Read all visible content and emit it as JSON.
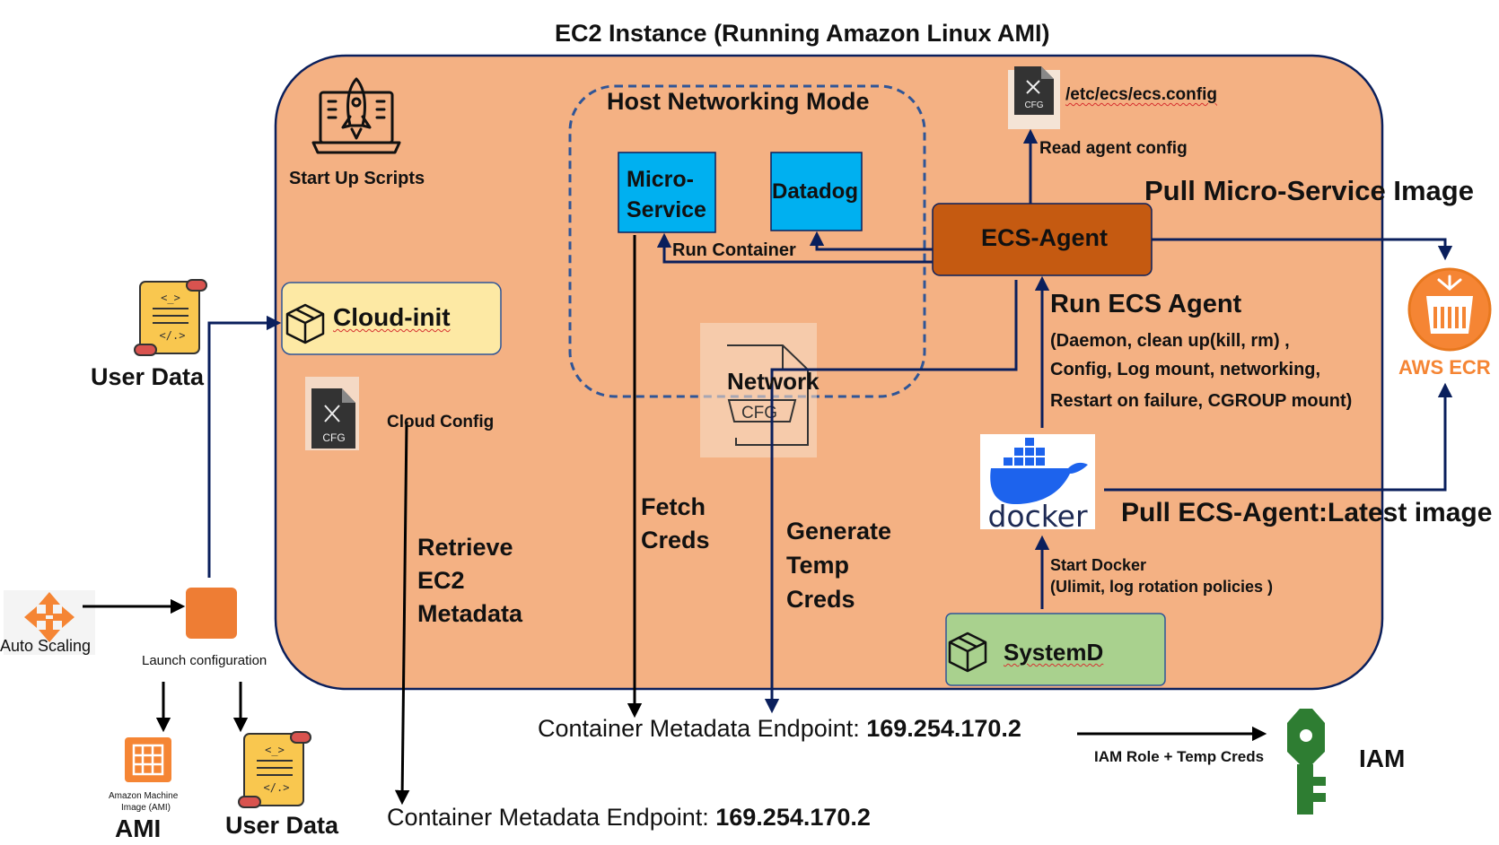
{
  "diagram": {
    "title": "EC2 Instance (Running Amazon Linux AMI)",
    "startup_scripts": "Start Up Scripts",
    "host_networking_mode": "Host Networking Mode",
    "micro_service_line1": "Micro-",
    "micro_service_line2": "Service",
    "datadog": "Datadog",
    "ecs_agent": "ECS-Agent",
    "run_container": "Run Container",
    "ecs_config_path": "/etc/ecs/ecs.config",
    "read_agent_config": "Read agent config",
    "pull_micro_service_image": "Pull Micro-Service Image",
    "aws_ecr": "AWS ECR",
    "cloud_init": "Cloud-init",
    "user_data": "User Data",
    "cloud_config": "Cloud Config",
    "network": "Network",
    "cfg_label": "CFG",
    "run_ecs_agent": "Run ECS Agent",
    "run_ecs_agent_details": [
      "(Daemon,  clean up(kill, rm)  ,",
      "Config,  Log mount, networking,",
      "Restart on failure, CGROUP mount)"
    ],
    "docker": "docker",
    "pull_ecs_agent_image": "Pull ECS-Agent:Latest image",
    "fetch_creds": [
      "Fetch",
      "Creds"
    ],
    "generate_temp_creds": [
      "Generate",
      "Temp",
      "Creds"
    ],
    "retrieve_ec2_metadata": [
      "Retrieve",
      "EC2",
      "Metadata"
    ],
    "start_docker": "Start Docker",
    "start_docker_details": "(Ulimit,  log rotation policies )",
    "systemd": "SystemD",
    "auto_scaling": "Auto Scaling",
    "launch_configuration": "Launch configuration",
    "ami_caption": [
      "Amazon Machine",
      "Image (AMI)"
    ],
    "ami": "AMI",
    "user_data_bottom": "User Data",
    "endpoint_label": "Container Metadata Endpoint: ",
    "endpoint_ip": "169.254.170.2",
    "iam_role_creds": "IAM Role + Temp Creds",
    "iam": "IAM"
  },
  "colors": {
    "ec2_fill": "#f4b183",
    "navy": "#0a1f5c",
    "dashed": "#2f5597",
    "cyan": "#00b0f0",
    "ecs_agent": "#c55a11",
    "cloud_init_fill": "#fde9a4",
    "systemd_fill": "#a9d18e",
    "orange": "#f58534",
    "iam_green": "#2e7d32",
    "docker_blue": "#1d63ed"
  }
}
